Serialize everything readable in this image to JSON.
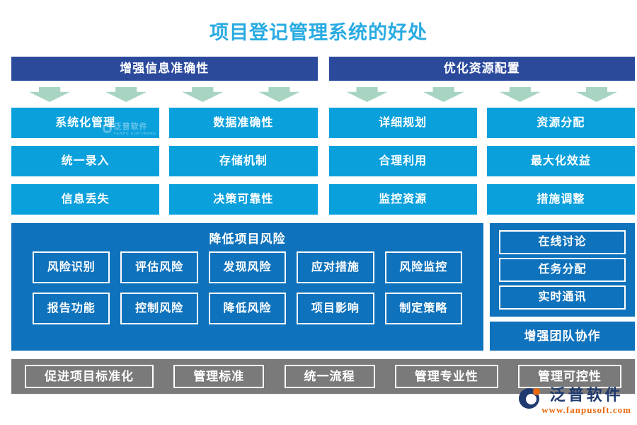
{
  "title": "项目登记管理系统的好处",
  "colors": {
    "title": "#29ABE2",
    "header_bar": "#2B4A9C",
    "button": "#09A0DC",
    "panel": "#0E72BC",
    "arrow": "#A8D4C2",
    "footer": "#7A7A7A",
    "logo_navy": "#1F3A6E",
    "logo_orange": "#E8690F"
  },
  "left_section": {
    "header": "增强信息准确性",
    "cells": [
      "系统化管理",
      "数据准确性",
      "统一录入",
      "存储机制",
      "信息丢失",
      "决策可靠性"
    ]
  },
  "right_section": {
    "header": "优化资源配置",
    "cells": [
      "详细规划",
      "资源分配",
      "合理利用",
      "最大化效益",
      "监控资源",
      "措施调整"
    ]
  },
  "risk_panel": {
    "header": "降低项目风险",
    "buttons": [
      "风险识别",
      "评估风险",
      "发现风险",
      "应对措施",
      "风险监控",
      "报告功能",
      "控制风险",
      "降低风险",
      "项目影响",
      "制定策略"
    ]
  },
  "collab_panel": {
    "buttons": [
      "在线讨论",
      "任务分配",
      "实时通讯"
    ],
    "footer_bar": "增强团队协作"
  },
  "standard_panel": {
    "buttons": [
      "促进项目标准化",
      "管理标准",
      "统一流程",
      "管理专业性",
      "管理可控性"
    ]
  },
  "logo": {
    "name": "泛普软件",
    "url": "www.fanpusoft.com"
  },
  "watermark": {
    "text": "泛普软件",
    "subtext": "FANPU SOFTWARE"
  }
}
